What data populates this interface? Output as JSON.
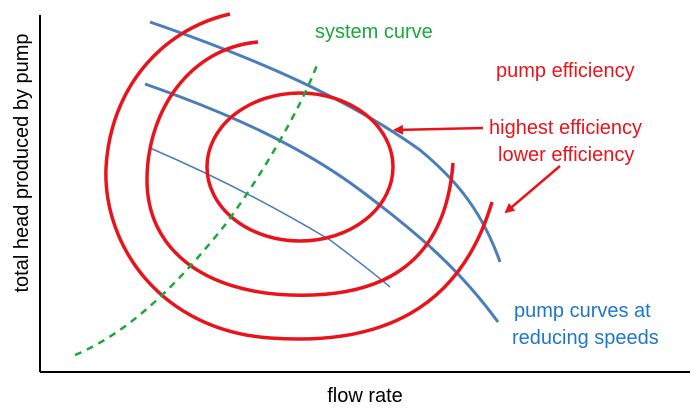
{
  "diagram": {
    "axes": {
      "x_label": "flow rate",
      "y_label": "total head produced by pump"
    },
    "labels": {
      "system_curve": "system curve",
      "pump_efficiency": "pump efficiency",
      "highest_efficiency": "highest efficiency",
      "lower_efficiency": "lower efficiency",
      "pump_curves_line1": "pump curves  at",
      "pump_curves_line2": "reducing speeds"
    },
    "series": {
      "pump_curves": {
        "count": 3
      },
      "efficiency_contours": {
        "count": 3
      },
      "system_curve": {
        "style": "dashed"
      }
    },
    "colors": {
      "axis": "#000000",
      "efficiency": "#e8141c",
      "pump_curve": "#4a7ebb",
      "system_curve": "#1aa83a",
      "label_red": "#e8141c",
      "label_blue": "#1f77c8",
      "label_green": "#1aa83a"
    }
  }
}
